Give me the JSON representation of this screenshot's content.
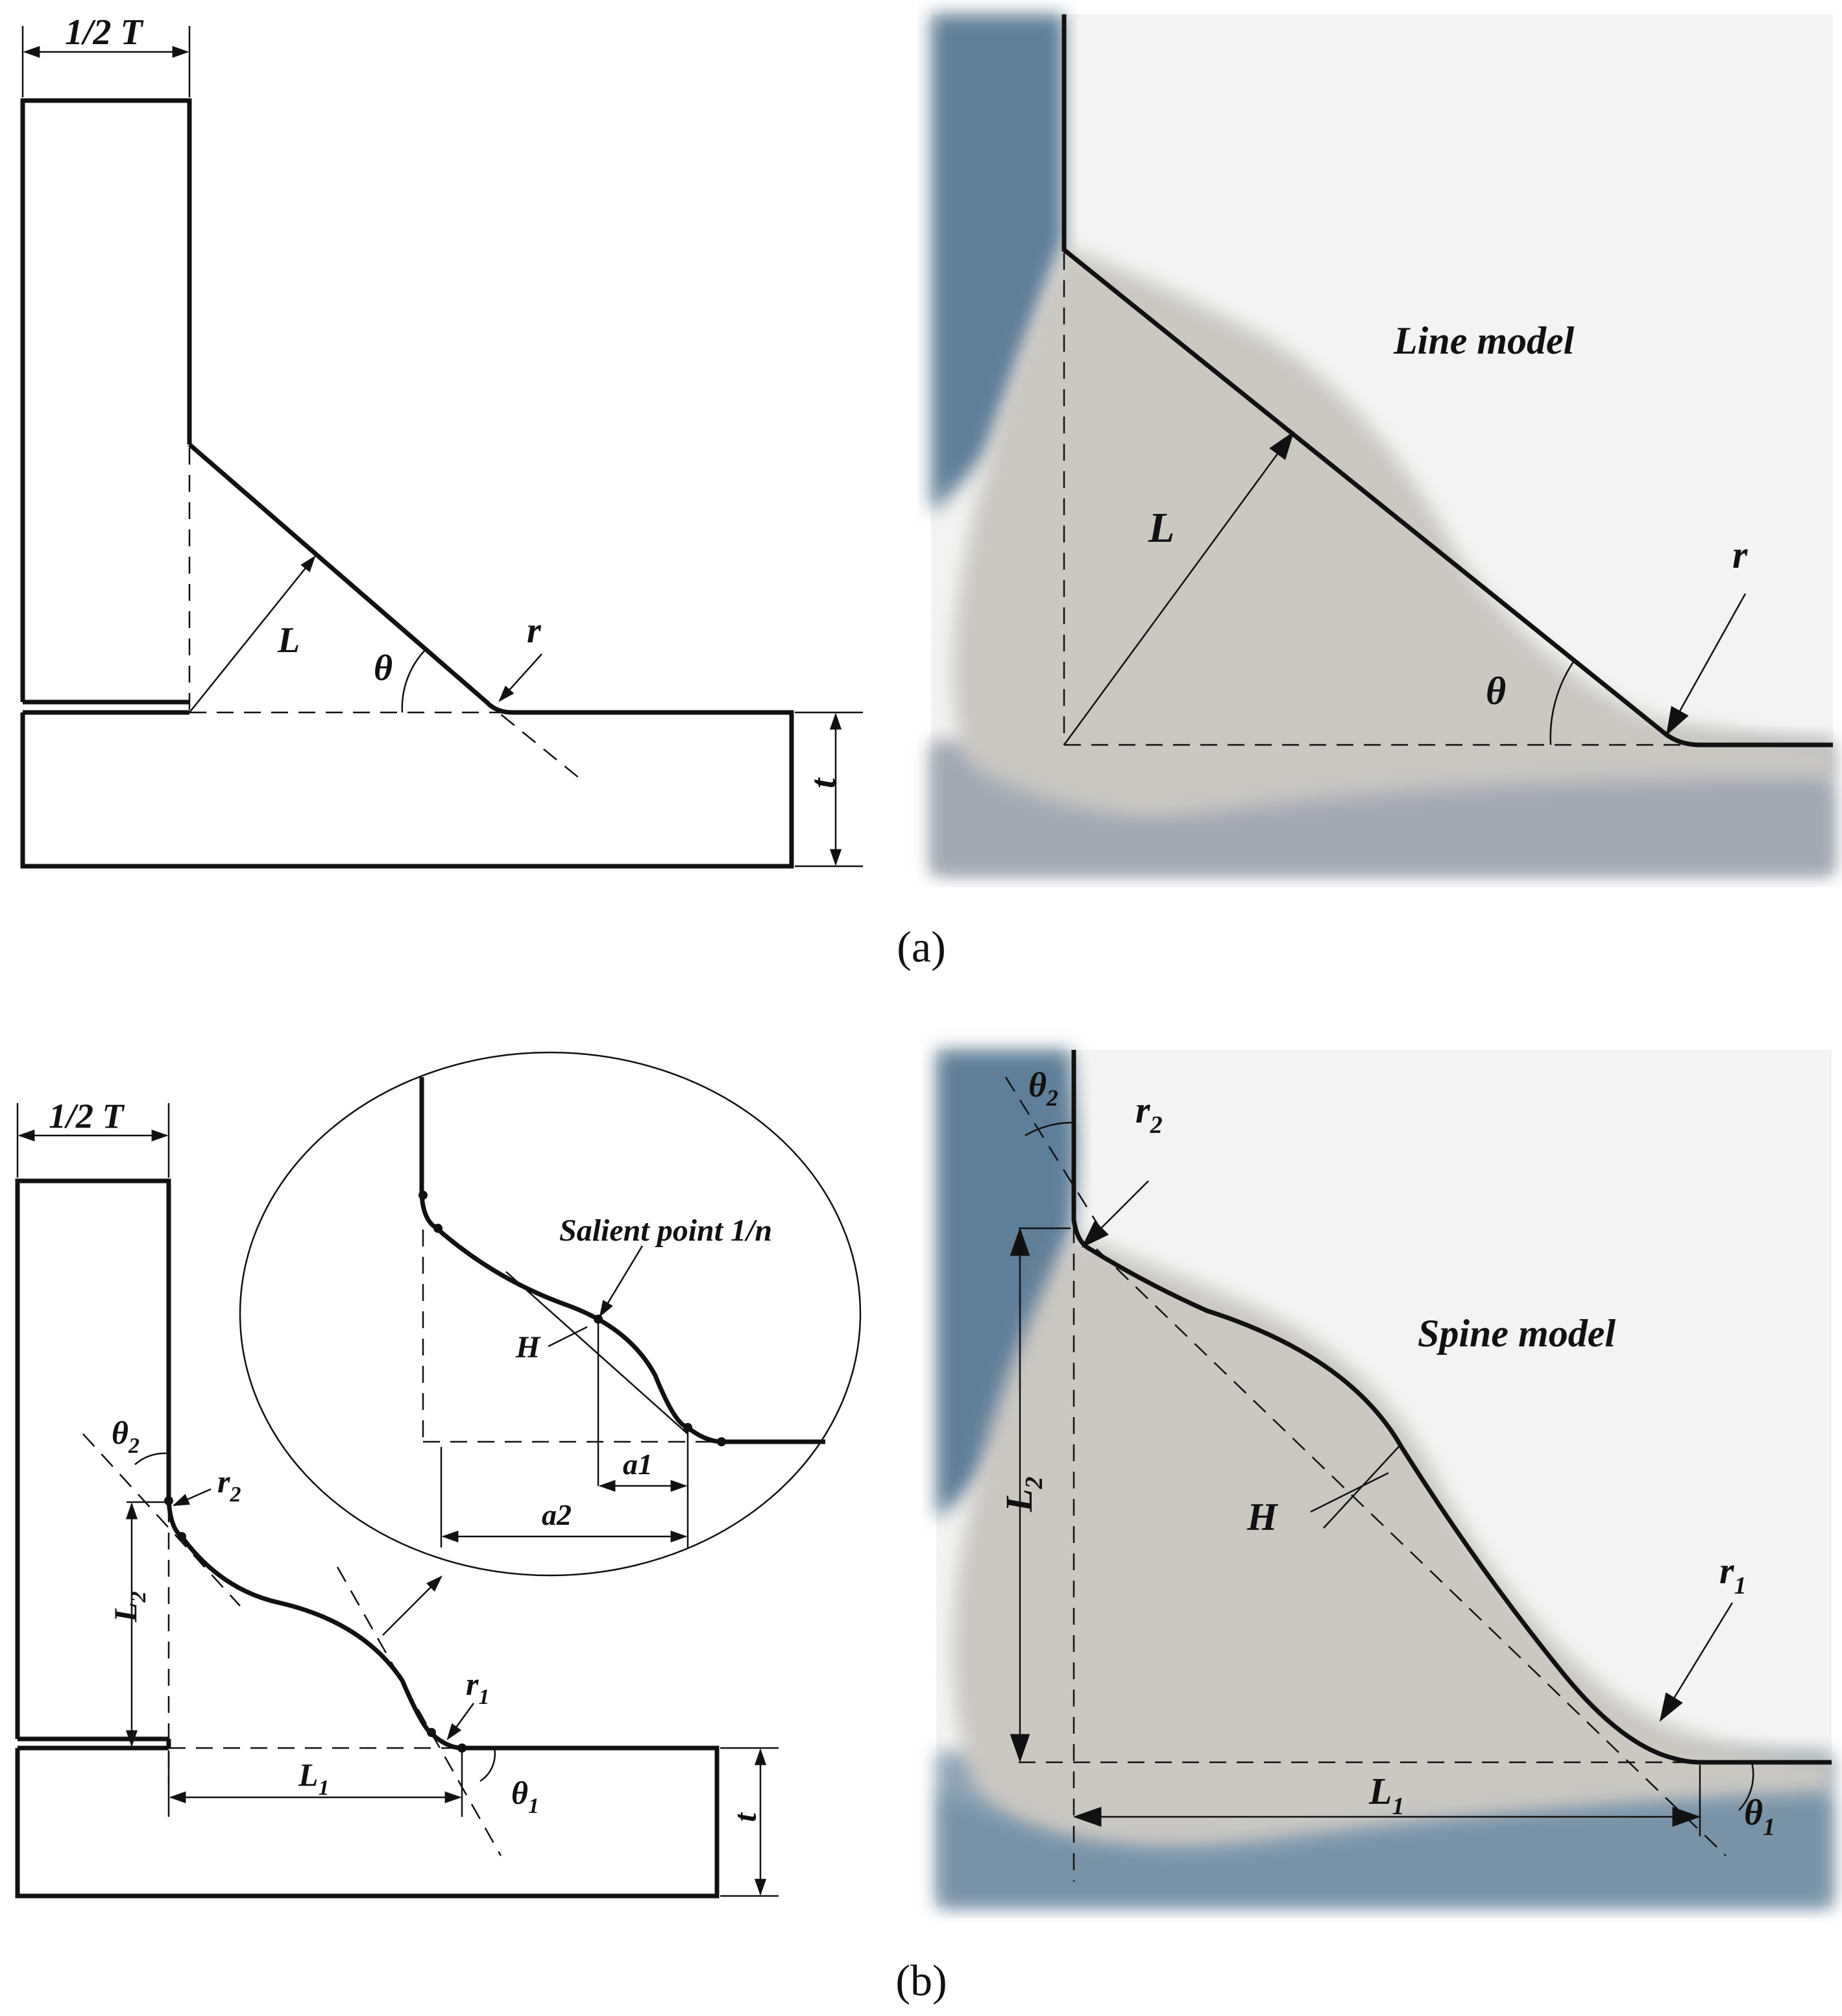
{
  "panel_a": {
    "schematic": {
      "half_thickness_label": "1/2 T",
      "length_label": "L",
      "angle_label": "θ",
      "radius_label": "r",
      "plate_thickness_label": "t"
    },
    "photo": {
      "model_label": "Line model",
      "length_label": "L",
      "angle_label": "θ",
      "radius_label": "r"
    },
    "caption": "(a)"
  },
  "panel_b": {
    "schematic": {
      "half_thickness_label": "1/2 T",
      "angle2_label": "θ",
      "angle2_sub": "2",
      "radius2_label": "r",
      "radius2_sub": "2",
      "leg2_label": "L",
      "leg2_sub": "2",
      "leg1_label": "L",
      "leg1_sub": "1",
      "radius1_label": "r",
      "radius1_sub": "1",
      "angle1_label": "θ",
      "angle1_sub": "1",
      "plate_thickness_label": "t",
      "inset": {
        "salient_label": "Salient point 1/n",
        "height_label": "H",
        "a1_label": "a1",
        "a2_label": "a2"
      }
    },
    "photo": {
      "model_label": "Spine model",
      "angle2_label": "θ",
      "angle2_sub": "2",
      "radius2_label": "r",
      "radius2_sub": "2",
      "leg2_label": "L",
      "leg2_sub": "2",
      "height_label": "H",
      "radius1_label": "r",
      "radius1_sub": "1",
      "leg1_label": "L",
      "leg1_sub": "1",
      "angle1_label": "θ",
      "angle1_sub": "1"
    },
    "caption": "(b)"
  },
  "colors": {
    "line": "#111111",
    "weld_bead": "#cbc8c2",
    "base_metal": "#5f7f98",
    "background_photo": "#f3f3f1"
  }
}
